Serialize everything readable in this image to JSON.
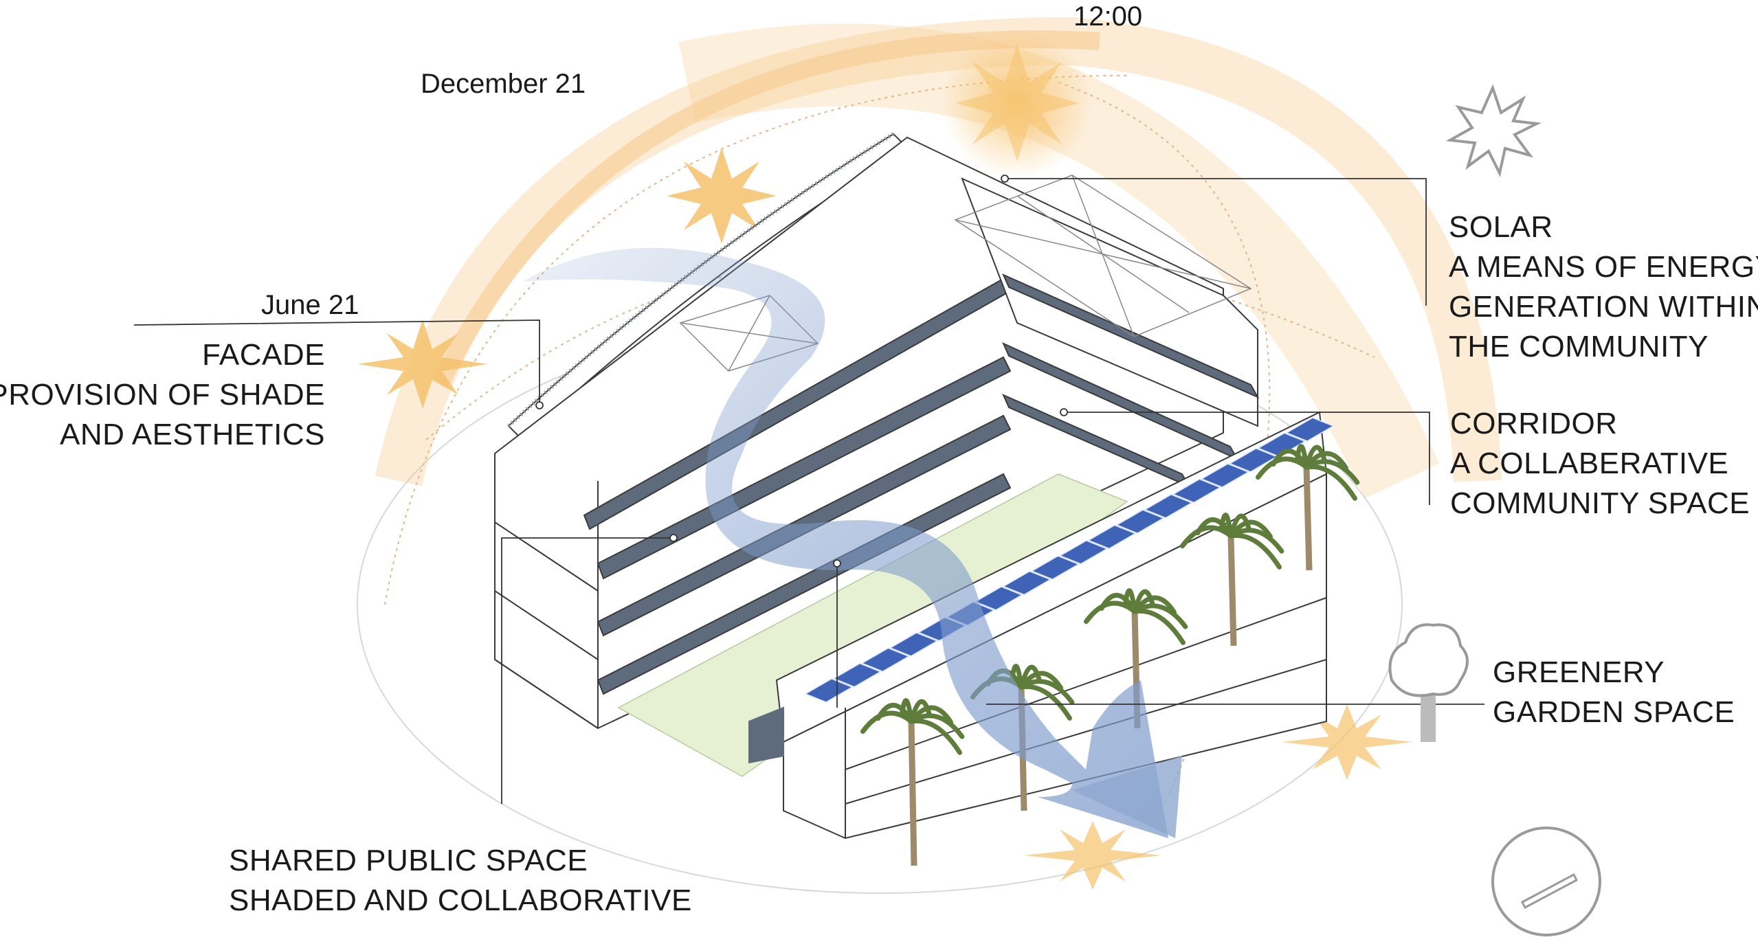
{
  "time_labels": {
    "noon": "12:00",
    "december": "December 21",
    "june": "June 21"
  },
  "callouts": {
    "solar": {
      "lines": [
        "SOLAR",
        "A MEANS OF ENERGY",
        "GENERATION WITHIN",
        "THE COMMUNITY"
      ]
    },
    "facade": {
      "lines": [
        "FACADE",
        "PROVISION OF SHADE",
        "AND AESTHETICS"
      ]
    },
    "corridor": {
      "lines": [
        "CORRIDOR",
        "A COLLABERATIVE",
        "COMMUNITY SPACE"
      ]
    },
    "greenery": {
      "lines": [
        "GREENERY",
        "GARDEN SPACE"
      ]
    },
    "shared": {
      "lines": [
        "SHARED PUBLIC SPACE",
        "SHADED AND COLLABORATIVE"
      ]
    }
  },
  "icons": {
    "sun": "sun-icon",
    "tree": "tree-icon",
    "north": "north-compass-icon",
    "solar_panel": "solar-panel-icon",
    "palm": "palm-tree-icon",
    "wind": "wind-flow-arrow"
  },
  "colors": {
    "sun_path": "#f6c98a",
    "sun_fill": "#f5c26b",
    "wind": "#8fa8cf",
    "courtyard": "#e6f0d2",
    "panel": "#3f63b7",
    "balcony": "#5d6b7d",
    "line": "#3a3a3a"
  }
}
